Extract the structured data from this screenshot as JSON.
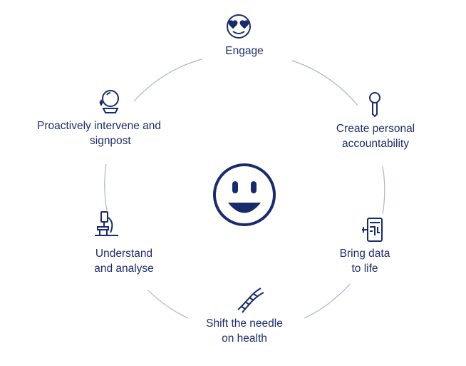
{
  "diagram": {
    "center": {
      "icon": "grinning-face-icon"
    },
    "stages": [
      {
        "id": "engage",
        "icon": "heart-eyes-face-icon",
        "lines": [
          "Engage"
        ]
      },
      {
        "id": "create-personal-accountability",
        "icon": "magnifier-key-icon",
        "lines": [
          "Create personal",
          "accountability"
        ]
      },
      {
        "id": "bring-data-to-life",
        "icon": "tablet-map-icon",
        "lines": [
          "Bring data",
          "to life"
        ]
      },
      {
        "id": "shift-the-needle",
        "icon": "dna-icon",
        "lines": [
          "Shift the needle",
          "on health"
        ]
      },
      {
        "id": "understand-and-analyse",
        "icon": "microscope-icon",
        "lines": [
          "Understand",
          "and analyse"
        ]
      },
      {
        "id": "proactively-intervene",
        "icon": "crystal-ball-icon",
        "lines": [
          "Proactively intervene and",
          "signpost"
        ]
      }
    ],
    "colors": {
      "text": "#1f2d6b",
      "icon": "#1a2b6b",
      "ring": "#aab4cc"
    }
  }
}
